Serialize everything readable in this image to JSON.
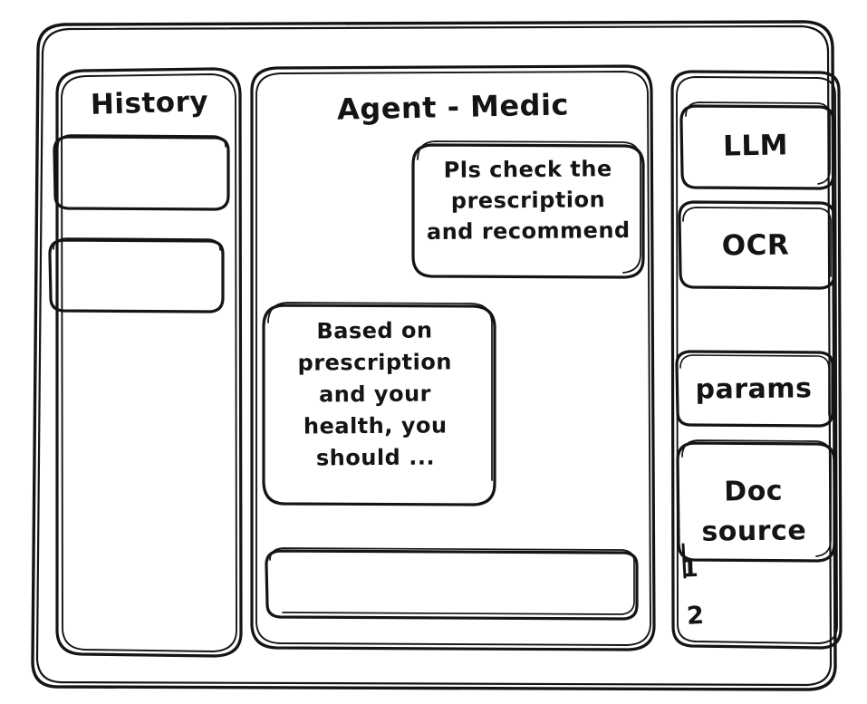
{
  "style": {
    "background": "#ffffff",
    "stroke": "#141414",
    "look": "hand-drawn-wireframe-sketch"
  },
  "window": {
    "name": "agent-chat-wireframe"
  },
  "sidebar_left": {
    "title": "History",
    "items": [
      {
        "label": ""
      },
      {
        "label": ""
      }
    ]
  },
  "main": {
    "title": "Agent - Medic",
    "messages": [
      {
        "role": "user",
        "text": "Pls check the\nprescription\nand recommend"
      },
      {
        "role": "agent",
        "text": "Based on\nprescription\nand your\nhealth, you\nshould ..."
      }
    ],
    "composer": {
      "value": "",
      "placeholder": ""
    }
  },
  "sidebar_right": {
    "buttons": [
      {
        "label": "LLM"
      },
      {
        "label": "OCR"
      },
      {
        "label": "params"
      },
      {
        "label": "Doc\nsource"
      }
    ],
    "doc_list": [
      {
        "label": "1"
      },
      {
        "label": "2"
      }
    ]
  }
}
